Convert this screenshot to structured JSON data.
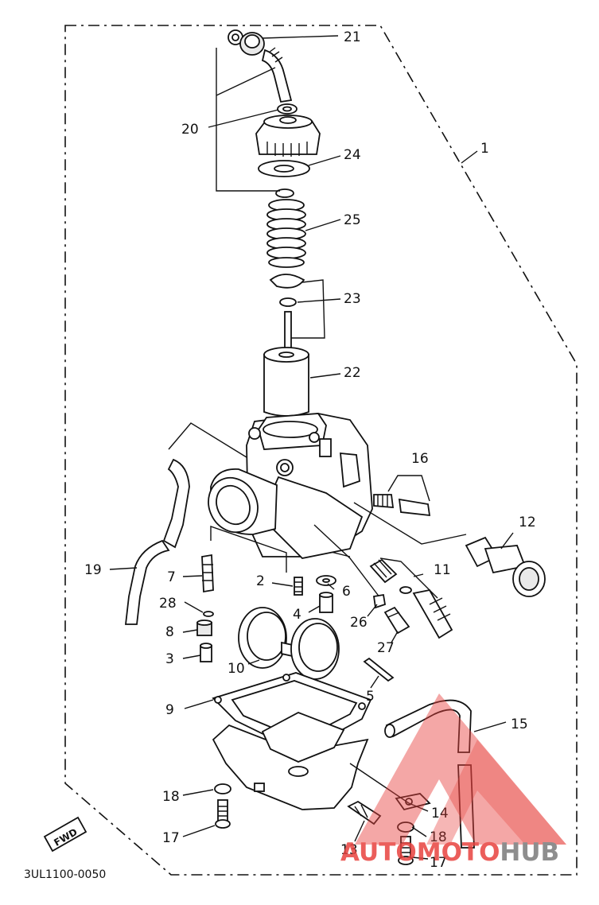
{
  "diagram_code": "3UL1100-0050",
  "direction_badge": "FWD",
  "watermark": {
    "text_part1": "AUTO",
    "text_part2": "MOTO",
    "text_part3": "HUB",
    "color_red": "#e8433f",
    "color_gray": "#7b7b7b"
  },
  "callouts": [
    {
      "id": "c21",
      "label": "21"
    },
    {
      "id": "c20",
      "label": "20"
    },
    {
      "id": "c24",
      "label": "24"
    },
    {
      "id": "c1",
      "label": "1"
    },
    {
      "id": "c25",
      "label": "25"
    },
    {
      "id": "c23",
      "label": "23"
    },
    {
      "id": "c22",
      "label": "22"
    },
    {
      "id": "c16",
      "label": "16"
    },
    {
      "id": "c12",
      "label": "12"
    },
    {
      "id": "c19",
      "label": "19"
    },
    {
      "id": "c7",
      "label": "7"
    },
    {
      "id": "c2",
      "label": "2"
    },
    {
      "id": "c6",
      "label": "6"
    },
    {
      "id": "c11",
      "label": "11"
    },
    {
      "id": "c28",
      "label": "28"
    },
    {
      "id": "c4",
      "label": "4"
    },
    {
      "id": "c26",
      "label": "26"
    },
    {
      "id": "c8",
      "label": "8"
    },
    {
      "id": "c27",
      "label": "27"
    },
    {
      "id": "c3",
      "label": "3"
    },
    {
      "id": "c10",
      "label": "10"
    },
    {
      "id": "c5",
      "label": "5"
    },
    {
      "id": "c9",
      "label": "9"
    },
    {
      "id": "c15",
      "label": "15"
    },
    {
      "id": "c18a",
      "label": "18"
    },
    {
      "id": "c14",
      "label": "14"
    },
    {
      "id": "c17a",
      "label": "17"
    },
    {
      "id": "c18b",
      "label": "18"
    },
    {
      "id": "c13",
      "label": "13"
    },
    {
      "id": "c17b",
      "label": "17"
    }
  ]
}
